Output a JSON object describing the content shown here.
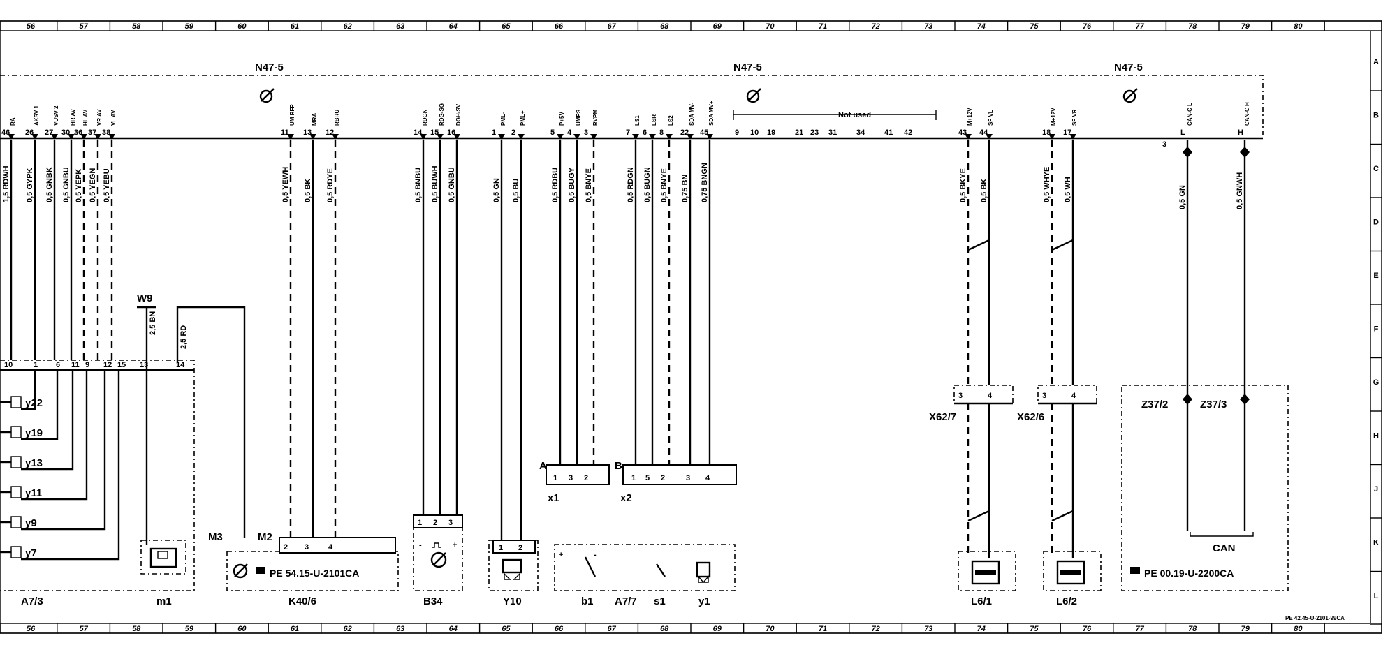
{
  "ruler": {
    "top_numbers": [
      "56",
      "57",
      "58",
      "59",
      "60",
      "61",
      "62",
      "63",
      "64",
      "65",
      "66",
      "67",
      "68",
      "69",
      "70",
      "71",
      "72",
      "73",
      "74",
      "75",
      "76",
      "77",
      "78",
      "79",
      "80"
    ],
    "bottom_numbers": [
      "56",
      "57",
      "58",
      "59",
      "60",
      "61",
      "62",
      "63",
      "64",
      "65",
      "66",
      "67",
      "68",
      "69",
      "70",
      "71",
      "72",
      "73",
      "74",
      "75",
      "76",
      "77",
      "78",
      "79",
      "80"
    ],
    "row_letters": [
      "A",
      "B",
      "C",
      "D",
      "E",
      "F",
      "G",
      "H",
      "J",
      "K",
      "L"
    ]
  },
  "ecu": {
    "labels": [
      "N47-5",
      "N47-5",
      "N47-5"
    ],
    "not_used": "Not used"
  },
  "ecu_pins": {
    "left": [
      "46",
      "26",
      "27",
      "30",
      "36",
      "37",
      "38"
    ],
    "mid1": [
      "11",
      "13",
      "12"
    ],
    "mid2": [
      "14",
      "15",
      "16"
    ],
    "mid3": [
      "1",
      "2"
    ],
    "mid4": [
      "5",
      "4",
      "3"
    ],
    "mid5": [
      "7",
      "6",
      "8",
      "22",
      "45"
    ],
    "unused": [
      "9",
      "10",
      "19",
      "21",
      "23",
      "31",
      "34",
      "41",
      "42"
    ],
    "right1": [
      "43",
      "44"
    ],
    "right2": [
      "18",
      "17"
    ],
    "can": [
      "3",
      "L",
      "H"
    ]
  },
  "signals": {
    "left": [
      "RA",
      "AKSV 1",
      "VUSV 2",
      "HR AV",
      "HL AV",
      "VR AV",
      "VL AV"
    ],
    "mid1": [
      "UM RFP",
      "MRA",
      "RBRU"
    ],
    "mid2": [
      "RDGN",
      "RDG-SG",
      "DGH-SV"
    ],
    "mid3": [
      "PML-",
      "PML+"
    ],
    "mid4": [
      "P+5V",
      "UMPS",
      "RVPM"
    ],
    "mid5": [
      "LS1",
      "LSR",
      "LS2",
      "SDA MV-",
      "SDA MV+"
    ],
    "right1": [
      "M+12V",
      "SF VL"
    ],
    "right2": [
      "M+12V",
      "SF VR"
    ],
    "can": [
      "CAN-C L",
      "CAN-C H"
    ]
  },
  "wires": {
    "left": [
      "1,5 RDWH",
      "0,5 GYPK",
      "0,5 GNBK",
      "0,5 GNBU",
      "0,5 YEPK",
      "0,5 YEGN",
      "0,5 YEBU"
    ],
    "ground": [
      "2,5 BN",
      "2,5 RD"
    ],
    "k40": [
      "0,5 YEWH",
      "0,5 BK",
      "0,5 RDYE"
    ],
    "b34": [
      "0,5 BNBU",
      "0,5 BUWH",
      "0,5 GNBU"
    ],
    "y10": [
      "0,5 GN",
      "0,5 BU"
    ],
    "x1": [
      "0,5 RDBU",
      "0,5 BUGY",
      "0,5 BNYE"
    ],
    "x2": [
      "0,5 RDGN",
      "0,5 BUGN",
      "0,5 BNYE",
      "0,75 BN",
      "0,75 BNGN"
    ],
    "l61": [
      "0,5 BKYE",
      "0,5 BK"
    ],
    "l62": [
      "0,5 WHYE",
      "0,5 WH"
    ],
    "can": [
      "0,5 GN",
      "0,5 GNWH"
    ]
  },
  "a73": {
    "pins": [
      "10",
      "1",
      "6",
      "11",
      "9",
      "12",
      "15",
      "13",
      "14"
    ],
    "valves": [
      "y22",
      "y19",
      "y13",
      "y11",
      "y9",
      "y7"
    ],
    "label": "A7/3",
    "motor": "m1",
    "ground_ref": "W9"
  },
  "k40": {
    "m3": "M3",
    "m2": "M2",
    "pins": [
      "2",
      "3",
      "4"
    ],
    "ref": "PE 54.15-U-2101CA",
    "label": "K40/6"
  },
  "b34": {
    "pins": [
      "1",
      "2",
      "3"
    ],
    "label": "B34"
  },
  "y10": {
    "pins": [
      "1",
      "2"
    ],
    "label": "Y10"
  },
  "x1": {
    "letter": "A",
    "pins": [
      "1",
      "3",
      "2"
    ],
    "label": "x1"
  },
  "x2": {
    "letter": "B",
    "pins": [
      "1",
      "5",
      "2",
      "3",
      "4"
    ],
    "label": "x2"
  },
  "a77": {
    "b1": "b1",
    "label": "A7/7",
    "s1": "s1",
    "y1": "y1"
  },
  "x627": {
    "pins": [
      "3",
      "4"
    ],
    "label": "X62/7"
  },
  "x626": {
    "pins": [
      "3",
      "4"
    ],
    "label": "X62/6"
  },
  "l61": {
    "label": "L6/1"
  },
  "l62": {
    "label": "L6/2"
  },
  "can": {
    "z1": "Z37/2",
    "z2": "Z37/3",
    "bus": "CAN",
    "ref": "PE 00.19-U-2200CA"
  },
  "footer": {
    "doc_ref": "PE 42.45-U-2101-99CA"
  }
}
